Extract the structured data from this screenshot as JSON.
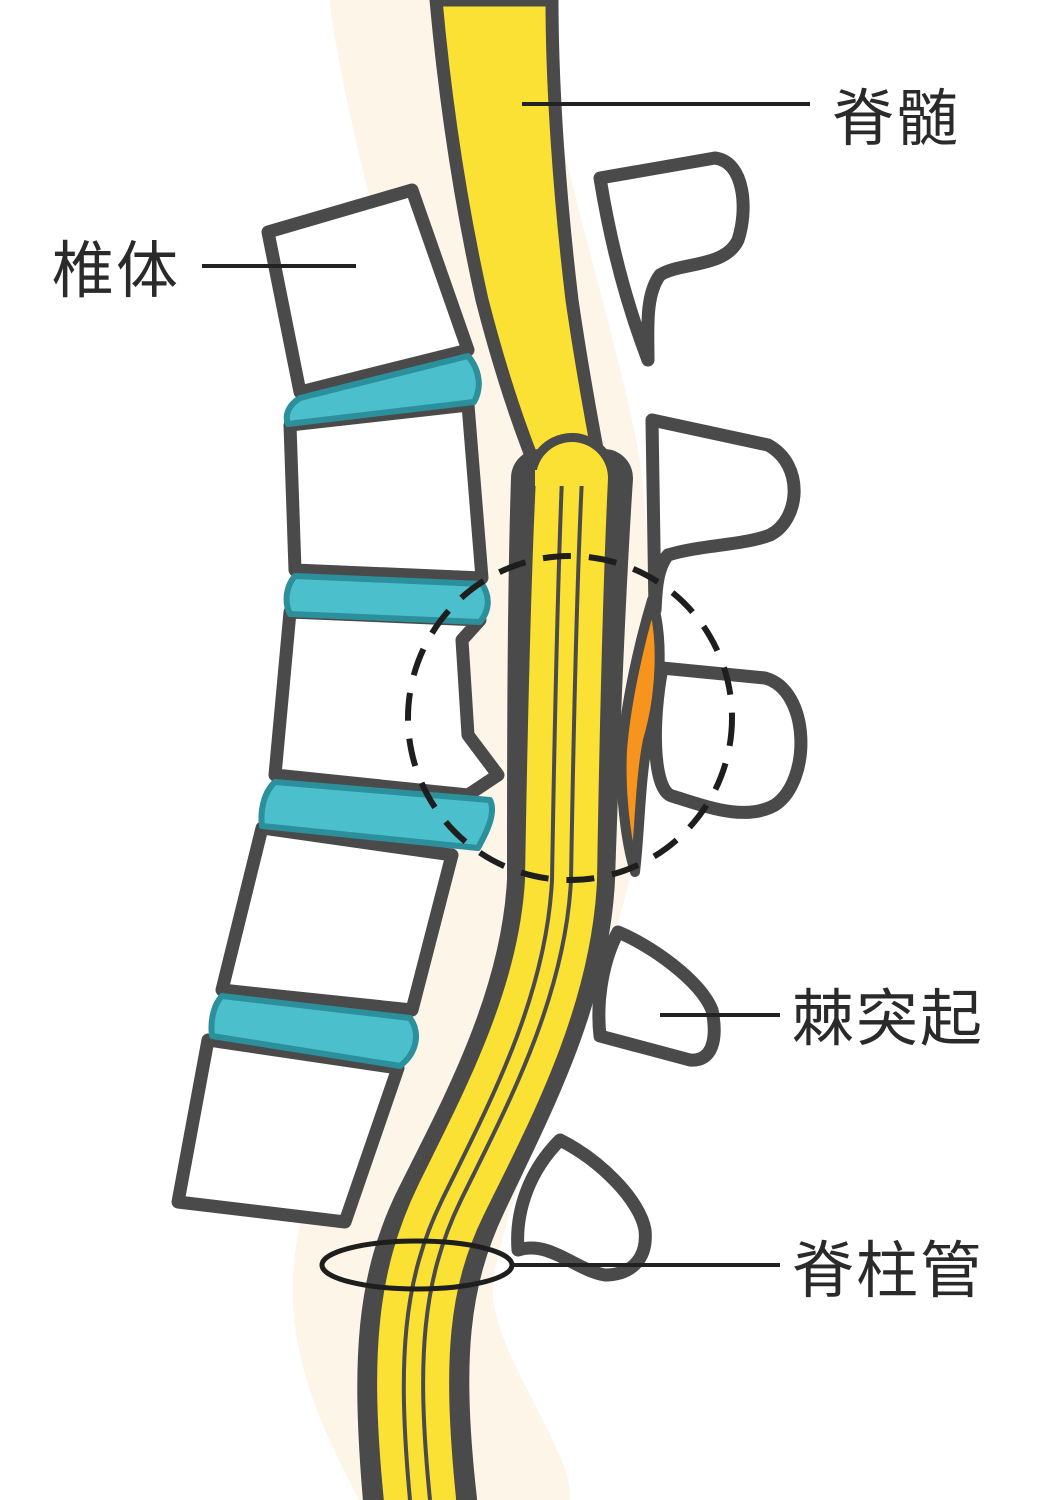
{
  "diagram": {
    "labels": {
      "spinal_cord": "脊髄",
      "vertebral_body": "椎体",
      "spinous_process": "棘突起",
      "spinal_canal": "脊柱管"
    },
    "colors": {
      "outline": "#4a4a4a",
      "bone": "#ffffff",
      "disc": "#4bbfcc",
      "disc_edge": "#2b8f9c",
      "nerve": "#fbe134",
      "ligament": "#f7941d",
      "halo": "#fdf6e8",
      "leader": "#222222"
    }
  }
}
